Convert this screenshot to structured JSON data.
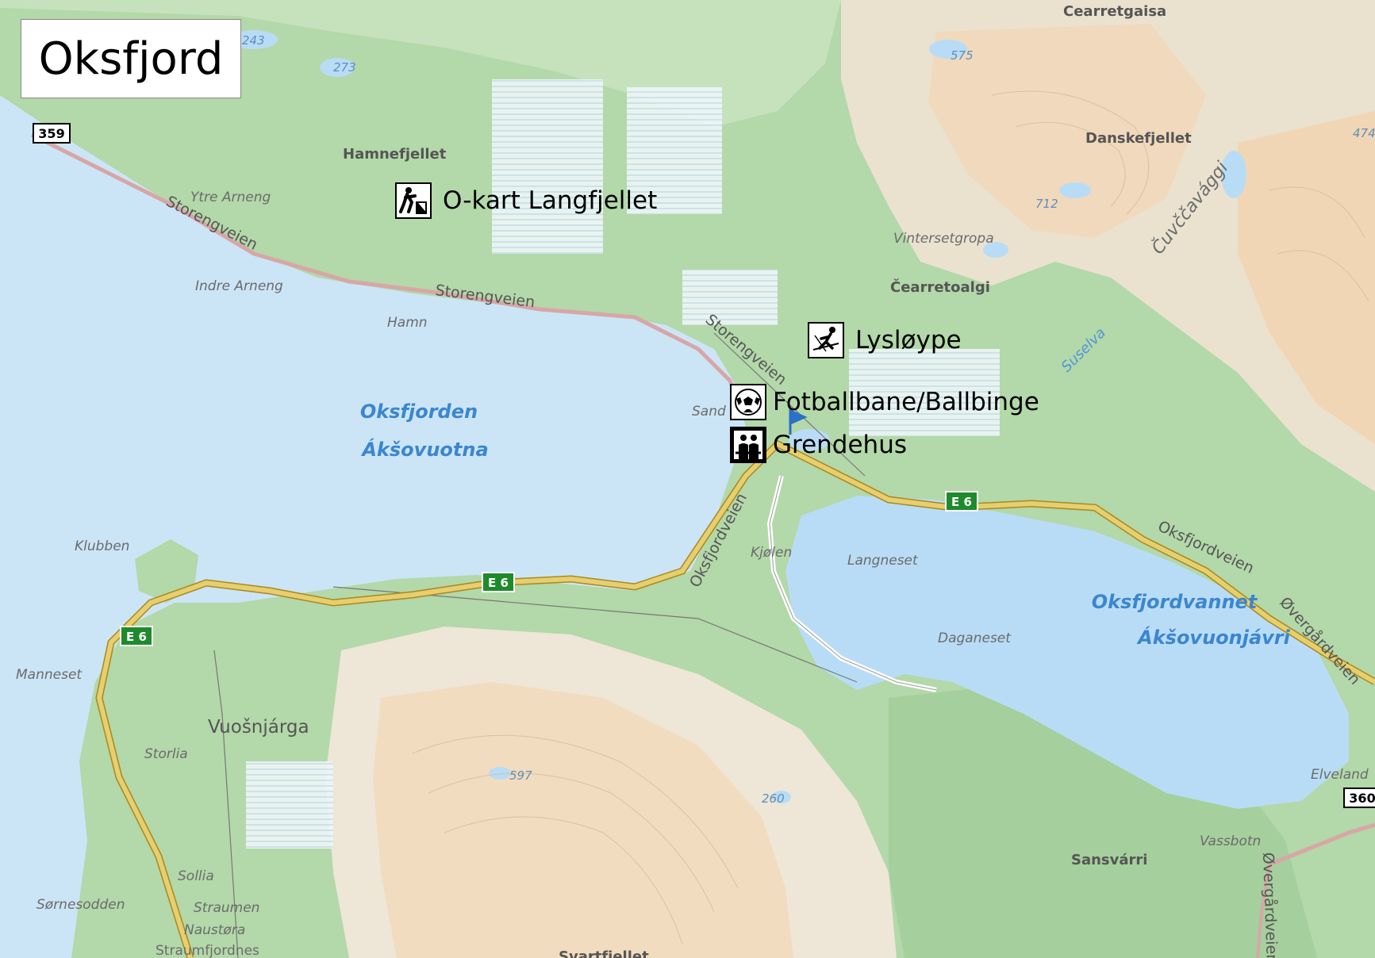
{
  "title": "Oksfjord",
  "poi": {
    "orienteering": {
      "label": "O-kart Langfjellet",
      "icon": "orienteering-icon"
    },
    "ski_trail": {
      "label": "Lysløype",
      "icon": "cross-country-ski-icon"
    },
    "football": {
      "label": "Fotballbane/Ballbinge",
      "icon": "football-icon"
    },
    "community_hall": {
      "label": "Grendehus",
      "icon": "community-hall-icon"
    }
  },
  "places": {
    "cearretgaisa": "Cearretgaisa",
    "danskefjellet": "Danskefjellet",
    "hamnefjellet": "Hamnefjellet",
    "ytre_arneng": "Ytre Arneng",
    "indre_arneng": "Indre Arneng",
    "hamn": "Hamn",
    "vintersetgropa": "Vintersetgropa",
    "cearretoalgi": "Čearretoalgi",
    "cuvccavaggi": "Čuvččavággi",
    "sand": "Sand",
    "kjolen": "Kjølen",
    "langneset": "Langneset",
    "daganeset": "Daganeset",
    "klubben": "Klubben",
    "manneset": "Manneset",
    "vuosnjarga": "Vuošnjárga",
    "storlia": "Storlia",
    "sollia": "Sollia",
    "sornesodden": "Sørnesodden",
    "straumen": "Straumen",
    "naustora": "Naustøra",
    "straumfjordnes": "Straumfjordnes",
    "svartfjellet": "Svartfjellet",
    "sansvarri": "Sansvárri",
    "vassbotn": "Vassbotn",
    "elveland": "Elveland"
  },
  "water": {
    "oksfjorden": "Oksfjorden",
    "aksovuotna": "Ákšovuotna",
    "oksfjordvannet": "Oksfjordvannet",
    "aksovuonjavri": "Ákšovuonjávri",
    "suselva": "Suselva"
  },
  "elevations": {
    "e243": "243",
    "e273": "273",
    "e575": "575",
    "e712": "712",
    "e474": "474",
    "e597": "597",
    "e260": "260"
  },
  "roads": {
    "storengveien": "Storengveien",
    "oksfjordveien": "Oksfjordveien",
    "overgardveien": "Øvergårdveien"
  },
  "shields": {
    "e6": "E 6",
    "r359": "359",
    "r360": "360"
  },
  "colors": {
    "water": "#cbe5f6",
    "lake": "#b9dcf6",
    "forest": "#a9d2a2",
    "open_land": "#e9eee0",
    "mountain": "#efe0cb",
    "road_main": "#e1c45f",
    "e6_shield": "#1f8a2c"
  }
}
